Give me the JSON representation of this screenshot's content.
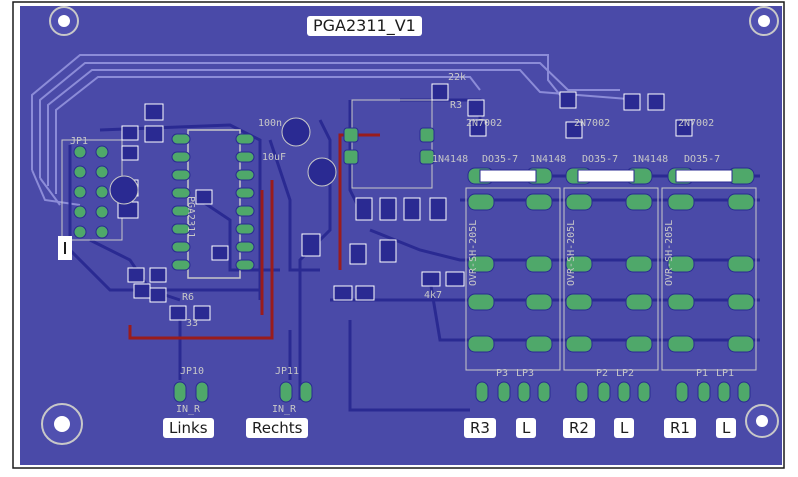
{
  "board": {
    "title": "PGA2311_V1",
    "colors": {
      "background": "#ffffff",
      "board": "#4a4aa8",
      "copper": "#2f2f9e",
      "trace_light": "#8c8cd8",
      "pad": "#4fa86a",
      "silkscreen": "#d8d8d8",
      "wire": "#9a1c1c",
      "outline": "#1a1a1a"
    }
  },
  "connectors": {
    "left": [
      {
        "ref": "JP10",
        "label": "Links",
        "silk": "IN_R"
      },
      {
        "ref": "JP11",
        "label": "Rechts",
        "silk": "IN_R"
      }
    ],
    "right": [
      {
        "label": "R3",
        "silk": "P3"
      },
      {
        "label": "L",
        "silk": "LP3"
      },
      {
        "label": "R2",
        "silk": "P2"
      },
      {
        "label": "L",
        "silk": "LP2"
      },
      {
        "label": "R1",
        "silk": "P1"
      },
      {
        "label": "L",
        "silk": "LP1"
      }
    ]
  },
  "silkscreen": {
    "relay": "OVR-SH-205L",
    "diode": "1N4148",
    "diode_pkg": "DO35-7",
    "transistor": "2N7002",
    "ic": "PGA2311",
    "cap1": "10uF",
    "cap2": "100n",
    "res": "33",
    "res2": "4k7",
    "res3": "22k",
    "ref_r3": "R3",
    "ref_r6": "R6",
    "jp": "JP1"
  },
  "icons": [
    "mounting-hole-icon",
    "pin-1-marker-icon"
  ]
}
